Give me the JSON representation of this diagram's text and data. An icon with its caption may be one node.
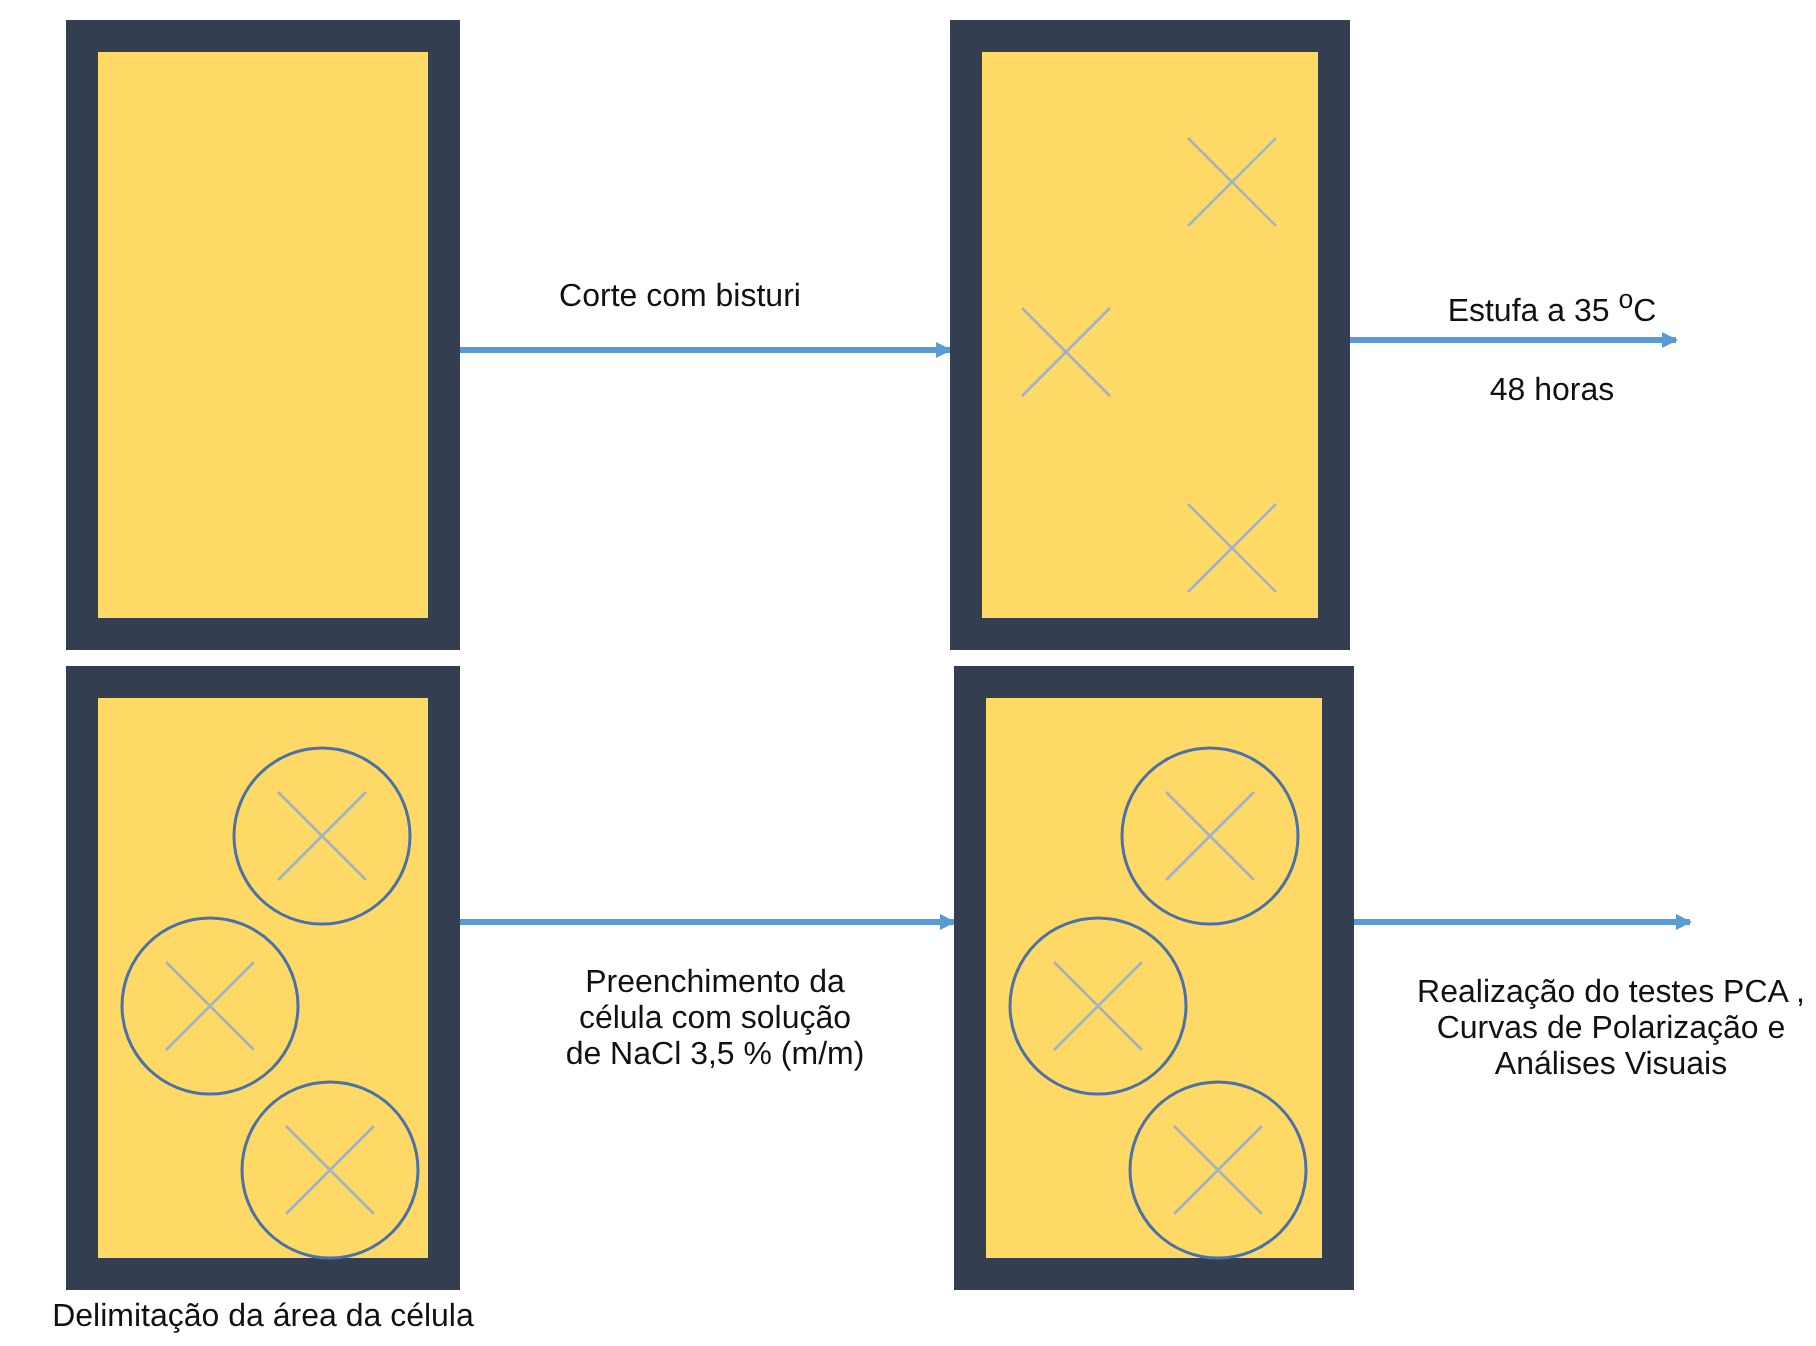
{
  "diagram": {
    "nodes": [
      {
        "text": [],
        "shape": "box"
      },
      {
        "text": [],
        "shape": "box"
      },
      {
        "text": [],
        "shape": "box",
        "beside": [
          "Delimitação da área da célula"
        ]
      },
      {
        "text": [],
        "shape": "box"
      }
    ],
    "edges": [
      {
        "from": 0,
        "to": 1,
        "arrow": "to",
        "label": "Corte com bisturi"
      },
      {
        "from": 1,
        "to": null,
        "arrow": "to",
        "label": "Estufa a 35 $^{o}$C 48 horas"
      },
      {
        "from": 2,
        "to": 3,
        "arrow": "to",
        "label": "Preenchimento da célula com solução de NaCl 3,5 % (m/m)"
      },
      {
        "from": 3,
        "to": null,
        "arrow": "to",
        "label": "Realização do testes PCA , Curvas de Polarização e Análises Visuais"
      }
    ]
  }
}
